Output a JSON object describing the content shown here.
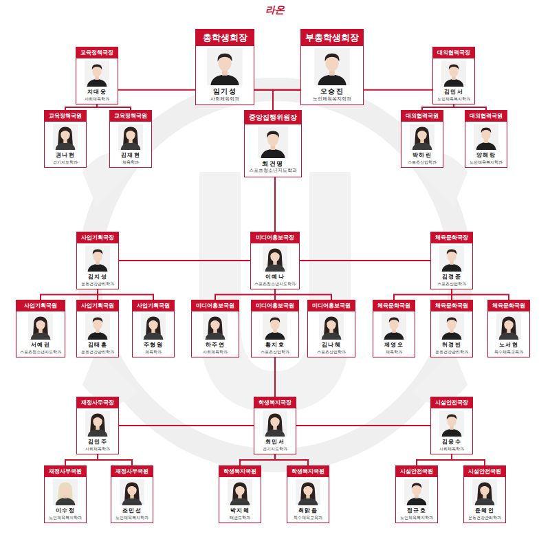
{
  "diagram": {
    "title": "라온",
    "nodes": [
      {
        "text": [
          "총학생회장",
          "임기성",
          "사회체육학과"
        ]
      },
      {
        "text": [
          "부총학생회장",
          "오승진",
          "노인체육복지학과"
        ]
      },
      {
        "text": [
          "교육정책국장",
          "지대웅",
          "사회체육학과"
        ]
      },
      {
        "text": [
          "대외협력국장",
          "김민서",
          "노인체육복지학과"
        ]
      },
      {
        "text": [
          "교육정책국원",
          "권나현",
          "경기지도학과"
        ]
      },
      {
        "text": [
          "교육정책국원",
          "김재현",
          "체육학과"
        ]
      },
      {
        "text": [
          "중앙집행위원장",
          "최건명",
          "스포츠청소년지도학과"
        ]
      },
      {
        "text": [
          "대외협력국원",
          "박하린",
          "스포츠산업학과"
        ]
      },
      {
        "text": [
          "대외협력국원",
          "양해랑",
          "노인체육복지학과"
        ]
      },
      {
        "text": [
          "사업기획국장",
          "김지성",
          "운동건강관리학과"
        ]
      },
      {
        "text": [
          "미디어홍보국장",
          "이예나",
          "스포츠청소년지도학과"
        ]
      },
      {
        "text": [
          "체육문화국장",
          "김경준",
          "스포츠산업학과"
        ]
      },
      {
        "text": [
          "사업기획국원",
          "서예린",
          "스포츠청소년지도학과"
        ]
      },
      {
        "text": [
          "사업기획국원",
          "김태훈",
          "운동건강관리학과"
        ]
      },
      {
        "text": [
          "사업기획국원",
          "주형원",
          "체육학과"
        ]
      },
      {
        "text": [
          "미디어홍보국원",
          "하주연",
          "사회체육학과"
        ]
      },
      {
        "text": [
          "미디어홍보국원",
          "황지호",
          "스포츠산업학과"
        ]
      },
      {
        "text": [
          "미디어홍보국원",
          "김나혜",
          "스포츠산업학과"
        ]
      },
      {
        "text": [
          "체육문화국원",
          "제영오",
          "체육학과"
        ]
      },
      {
        "text": [
          "체육문화국원",
          "허경빈",
          "운동건강관리학과"
        ]
      },
      {
        "text": [
          "체육문화국원",
          "노서현",
          "특수체육교육과"
        ]
      },
      {
        "text": [
          "재정사무국장",
          "김민주",
          "사회체육학과"
        ]
      },
      {
        "text": [
          "학생복지국장",
          "최민서",
          "경기지도학과"
        ]
      },
      {
        "text": [
          "시설안전국장",
          "김용수",
          "사회체육학과"
        ]
      },
      {
        "text": [
          "재정사무국원",
          "이수정",
          "노인체육복지학과"
        ]
      },
      {
        "text": [
          "재정사무국원",
          "조민선",
          "노인체육복지학과"
        ]
      },
      {
        "text": [
          "학생복지국원",
          "박지혜",
          "태권도학과"
        ]
      },
      {
        "text": [
          "학생복지국원",
          "최맑음",
          "특수체육교육과"
        ]
      },
      {
        "text": [
          "시설안전국원",
          "정규호",
          "노인체육복지학과"
        ]
      },
      {
        "text": [
          "시설안전국원",
          "윤혜인",
          "운동건강관리학과"
        ]
      }
    ],
    "edges": [
      {
        "from": 0,
        "to": 2,
        "arrow": "none"
      },
      {
        "from": 0,
        "to": 1,
        "arrow": "none"
      },
      {
        "from": 1,
        "to": 3,
        "arrow": "none"
      },
      {
        "from": 0,
        "to": 6,
        "arrow": "none"
      },
      {
        "from": 1,
        "to": 6,
        "arrow": "none"
      },
      {
        "from": 2,
        "to": 4,
        "arrow": "none"
      },
      {
        "from": 2,
        "to": 5,
        "arrow": "none"
      },
      {
        "from": 3,
        "to": 7,
        "arrow": "none"
      },
      {
        "from": 3,
        "to": 8,
        "arrow": "none"
      },
      {
        "from": 6,
        "to": 10,
        "arrow": "none"
      },
      {
        "from": 10,
        "to": 9,
        "arrow": "none"
      },
      {
        "from": 10,
        "to": 11,
        "arrow": "none"
      },
      {
        "from": 9,
        "to": 12,
        "arrow": "none"
      },
      {
        "from": 9,
        "to": 13,
        "arrow": "none"
      },
      {
        "from": 9,
        "to": 14,
        "arrow": "none"
      },
      {
        "from": 10,
        "to": 15,
        "arrow": "none"
      },
      {
        "from": 10,
        "to": 16,
        "arrow": "none"
      },
      {
        "from": 10,
        "to": 17,
        "arrow": "none"
      },
      {
        "from": 11,
        "to": 18,
        "arrow": "none"
      },
      {
        "from": 11,
        "to": 19,
        "arrow": "none"
      },
      {
        "from": 11,
        "to": 20,
        "arrow": "none"
      },
      {
        "from": 16,
        "to": 22,
        "arrow": "none"
      },
      {
        "from": 22,
        "to": 21,
        "arrow": "none"
      },
      {
        "from": 22,
        "to": 23,
        "arrow": "none"
      },
      {
        "from": 21,
        "to": 24,
        "arrow": "none"
      },
      {
        "from": 21,
        "to": 25,
        "arrow": "none"
      },
      {
        "from": 22,
        "to": 26,
        "arrow": "none"
      },
      {
        "from": 22,
        "to": 27,
        "arrow": "none"
      },
      {
        "from": 23,
        "to": 28,
        "arrow": "none"
      },
      {
        "from": 23,
        "to": 29,
        "arrow": "none"
      }
    ]
  }
}
